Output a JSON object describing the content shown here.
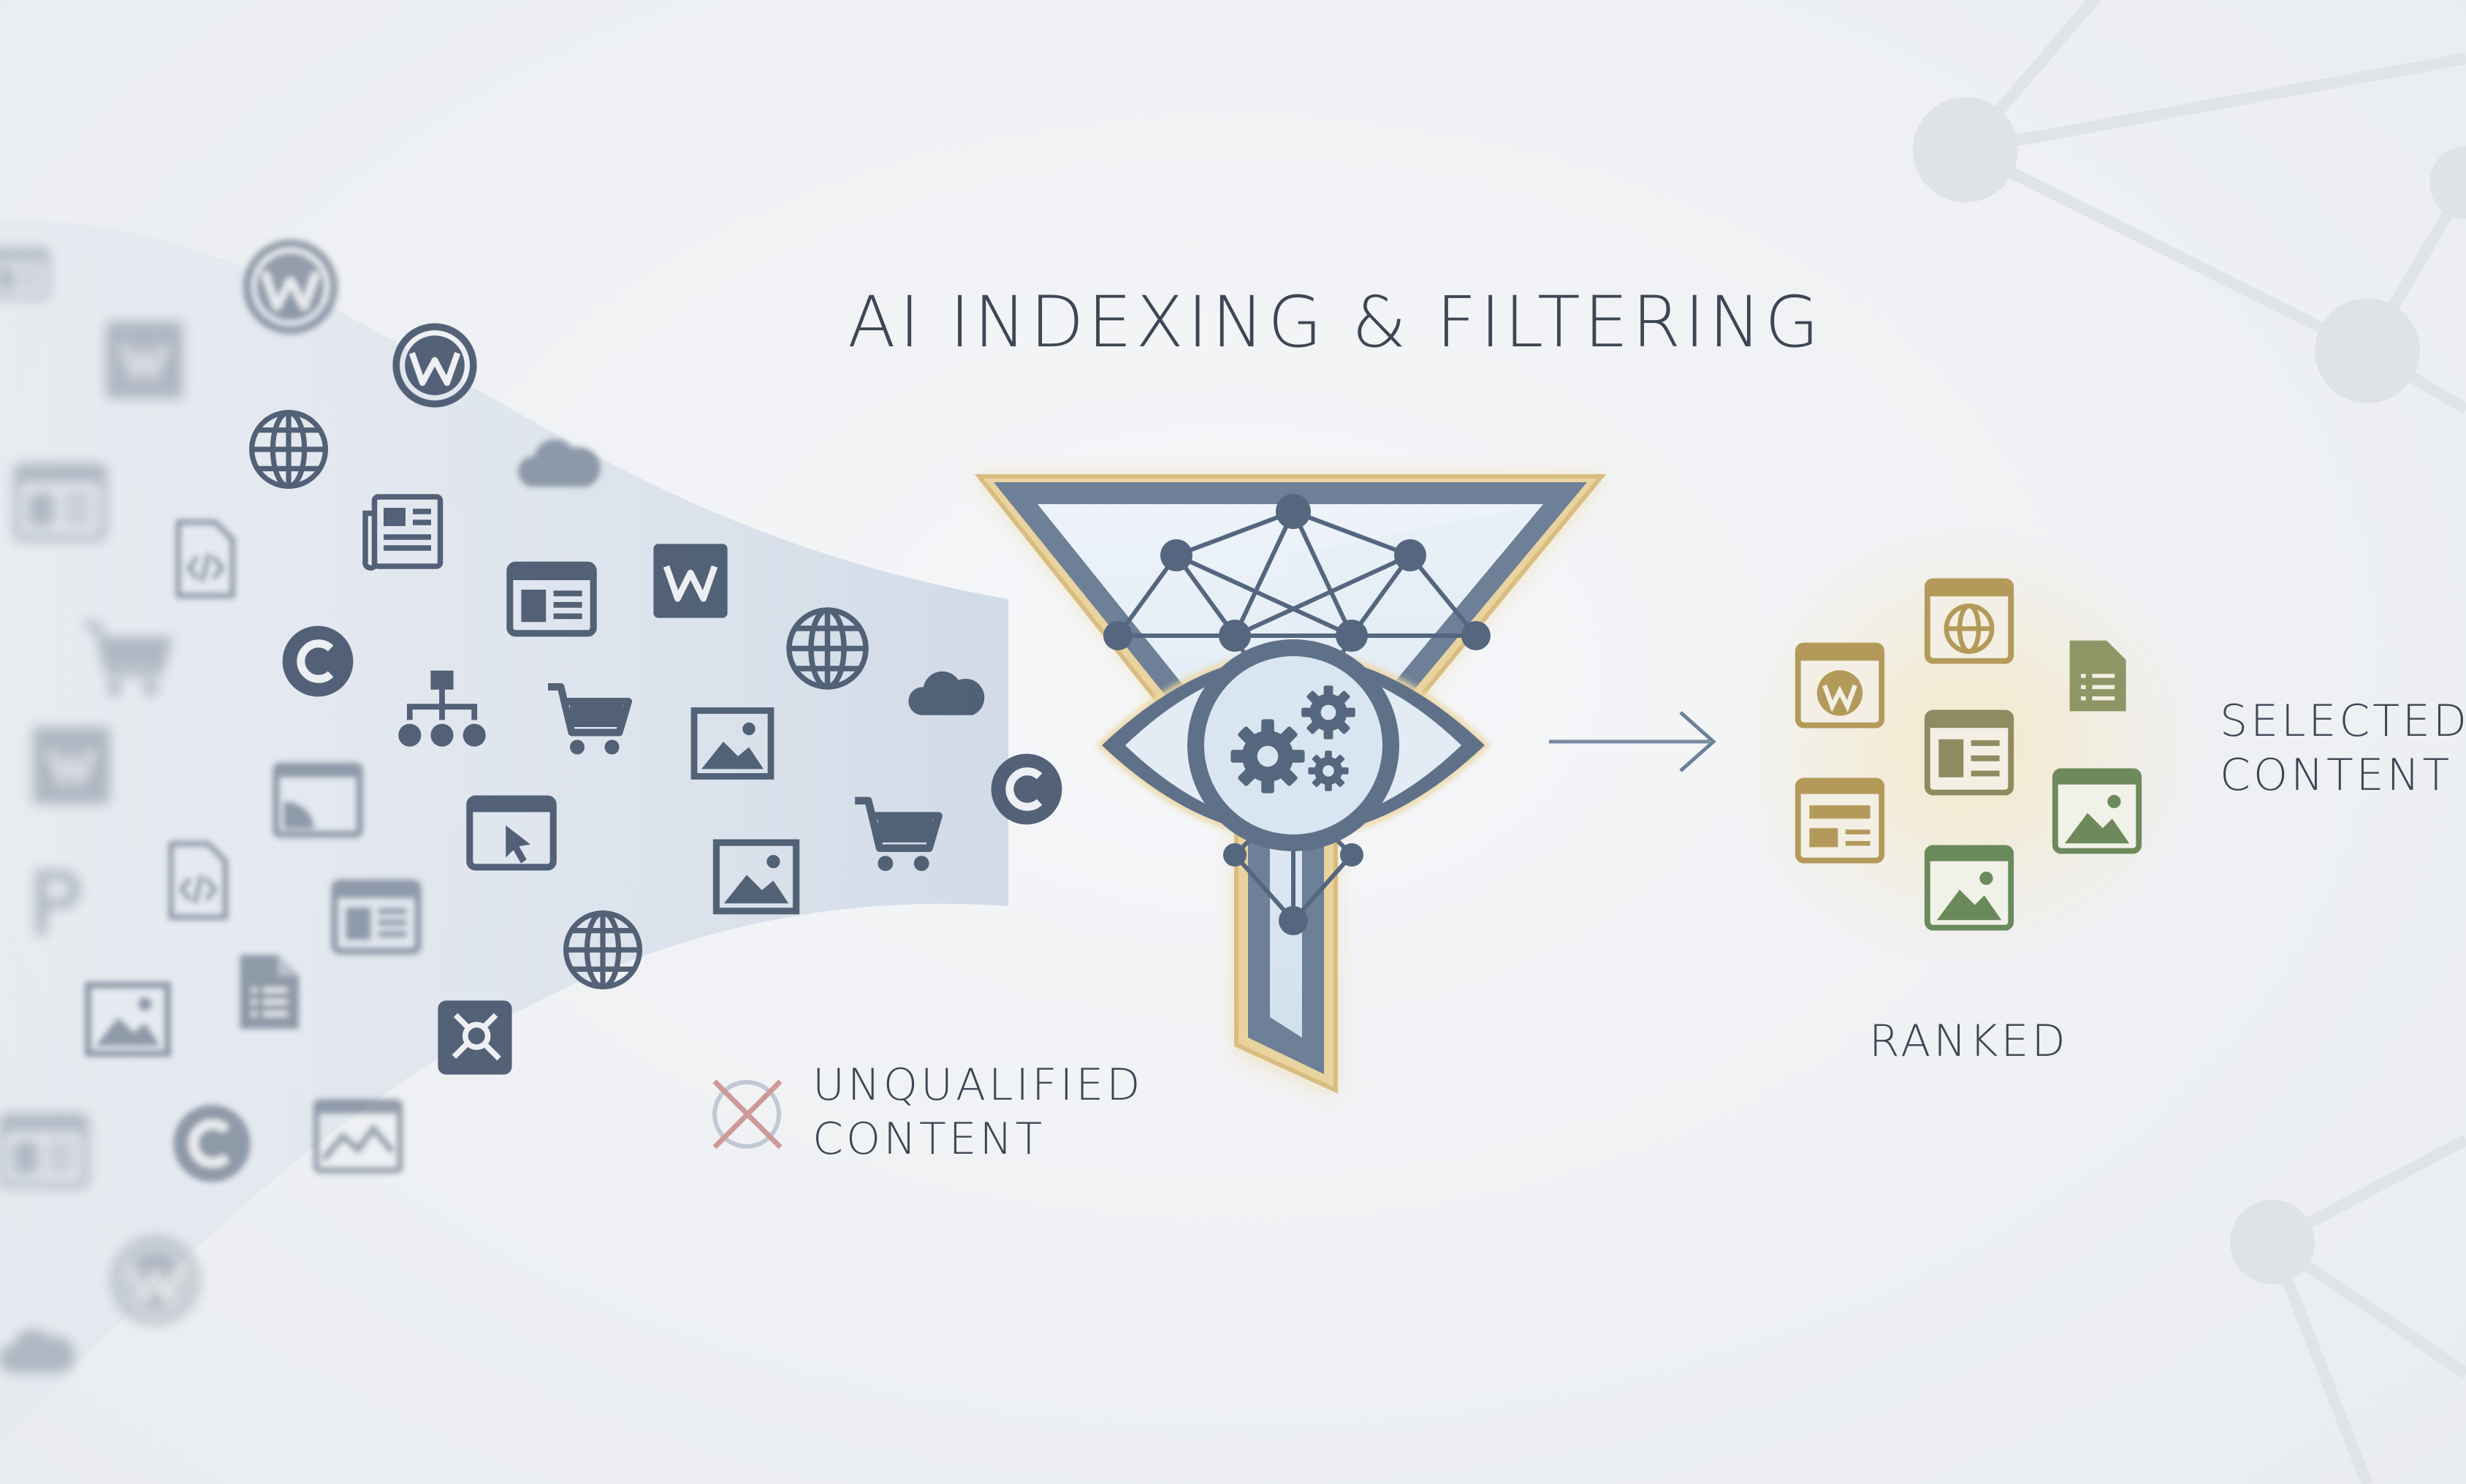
{
  "title": "AI INDEXING & FILTERING",
  "unqualified": {
    "line1": "UNQUALIFIED",
    "line2": "CONTENT"
  },
  "ranked": "RANKED",
  "selected": {
    "line1": "SELECTED",
    "line2": "CONTENT"
  },
  "colors": {
    "background": "#eef0f3",
    "icon_slate": "#4a5a70",
    "funnel_fill": "#dde8f3",
    "funnel_outline": "#6a7d94",
    "funnel_glow": "#e8cf9c",
    "reject_mark": "#c98a88",
    "selected_gold": "#b49a5a",
    "selected_green": "#6a8a5c"
  },
  "icons": {
    "incoming": [
      "wordpress-icon",
      "globe-icon",
      "newspaper-icon",
      "browser-window-icon",
      "code-file-icon",
      "shopping-cart-icon",
      "sitemap-icon",
      "image-icon",
      "cloud-icon",
      "document-icon",
      "w-logo-icon",
      "c-logo-icon",
      "cursor-window-icon",
      "p-logo-icon",
      "wix-icon",
      "tool-icon"
    ],
    "selected": [
      "wordpress-window-icon",
      "globe-window-icon",
      "document-icon",
      "layout-window-icon",
      "image-window-icon"
    ]
  }
}
